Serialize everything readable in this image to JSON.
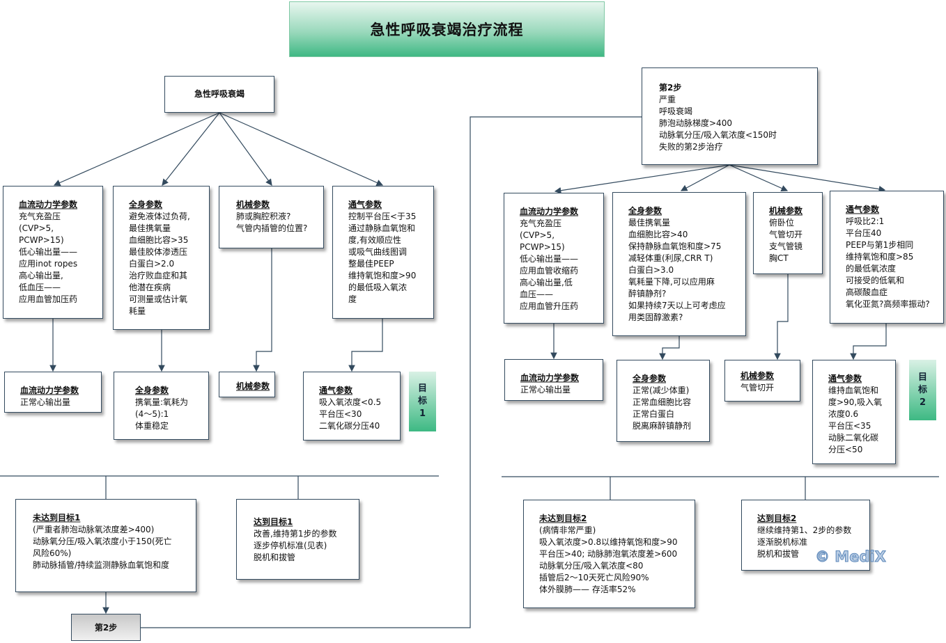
{
  "title": "急性呼吸衰竭治疗流程",
  "root": "急性呼吸衰竭",
  "step1": {
    "row1": [
      {
        "heading": "血流动力学参数",
        "body": "充气充盈压\n(CVP>5,\n   PCWP>15)\n低心输出量——\n应用inot ropes\n高心输出量,\n低血压——\n应用血管加压药"
      },
      {
        "heading": "全身参数",
        "body": "避免液体过负荷,\n最佳携氧量\n血细胞比容>35\n最佳胶体渗透压\n白蛋白>2.0\n治疗败血症和其\n他潜在疾病\n可测量或估计氧\n耗量"
      },
      {
        "heading": "机械参数",
        "body": "肺或胸腔积液?\n气管内插管的位置?"
      },
      {
        "heading": "通气参数",
        "body": "控制平台压<于35\n通过静脉血氧饱和\n度,有效顺应性\n或吸气曲线图调\n整最佳PEEP\n维持氧饱和度>90\n的最低吸入氧浓\n度"
      }
    ],
    "row2": [
      {
        "heading": "血流动力学参数",
        "body": "正常心输出量"
      },
      {
        "heading": "全身参数",
        "body": "携氧量:氧耗为\n(4～5):1\n体重稳定"
      },
      {
        "heading": "机械参数",
        "body": ""
      },
      {
        "heading": "通气参数",
        "body": "吸入氧浓度<0.5\n平台压<30\n二氧化碳分压40"
      }
    ],
    "goal": "目\n标\n1",
    "fail": {
      "heading": "未达到目标1",
      "body": "(严重者肺泡动脉氧浓度差>400)\n动脉氧分压/吸入氧浓度小于150(死亡\n风险60%)\n肺动脉插管/持续监测静脉血氧饱和度"
    },
    "success": {
      "heading": "达到目标1",
      "body": "改善,维持第1步的参数\n逐步停机标准(见表)\n脱机和拔管"
    },
    "next_button": "第2步"
  },
  "step2": {
    "header": {
      "heading": "第2步",
      "body": " 严重\n呼吸衰竭\n肺泡动脉梯度>400\n动脉氧分压/吸入氧浓度<150时\n失败的第2步治疗"
    },
    "row1": [
      {
        "heading": "血流动力学参数",
        "body": "充气充盈压\n(CVP>5,\n   PCWP>15)\n低心输出量——\n应用血管收缩药\n高心输出量,低\n血压——\n应用血管升压药"
      },
      {
        "heading": "全身参数",
        "body": "最佳携氧量\n血细胞比容>40\n保持静脉血氧饱和度>75\n减轻体重(利尿,CRR T)\n白蛋白>3.0\n氧耗量下降,可以应用麻\n醉镇静剂?\n如果持续7天以上可考虑应\n用类固醇激素?"
      },
      {
        "heading": "机械参数",
        "body": "俯卧位\n气管切开\n支气管镜\n胸CT"
      },
      {
        "heading": "通气参数",
        "body": "呼吸比2:1\n平台压40\n   PEEP与第1步相同\n维持氧饱和度>85\n的最低氧浓度\n可接受的低氧和\n高碳酸血症\n氧化亚氮?高频率振动?"
      }
    ],
    "row2": [
      {
        "heading": "血流动力学参数",
        "body": "正常心输出量"
      },
      {
        "heading": "全身参数",
        "body": "正常(减少体重)\n正常血细胞比容\n正常白蛋白\n脱离麻醉镇静剂"
      },
      {
        "heading": "机械参数",
        "body": "气管切开"
      },
      {
        "heading": "通气参数",
        "body": "维持血氧饱和\n度>90,吸入氧\n浓度0.6\n平台压<35\n动脉二氧化碳\n分压<50"
      }
    ],
    "goal": "目\n标\n2",
    "fail": {
      "heading": "未达到目标2",
      "body": "(病情非常严重)\n吸入氧浓度>0.8以维持氧饱和度>90\n平台压>40; 动脉肺泡氧浓度差>600\n动脉氧分压/吸入氧浓度<80\n插管后2～10天死亡风险90%\n体外膜肺—— 存活率52%"
    },
    "success": {
      "heading": "达到目标2",
      "body": "继续维持第1、2步的参数\n逐渐脱机标准\n脱机和拔管"
    }
  },
  "watermark": "© MediX",
  "colors": {
    "line": "#334a5e",
    "goal": "#3db983"
  }
}
